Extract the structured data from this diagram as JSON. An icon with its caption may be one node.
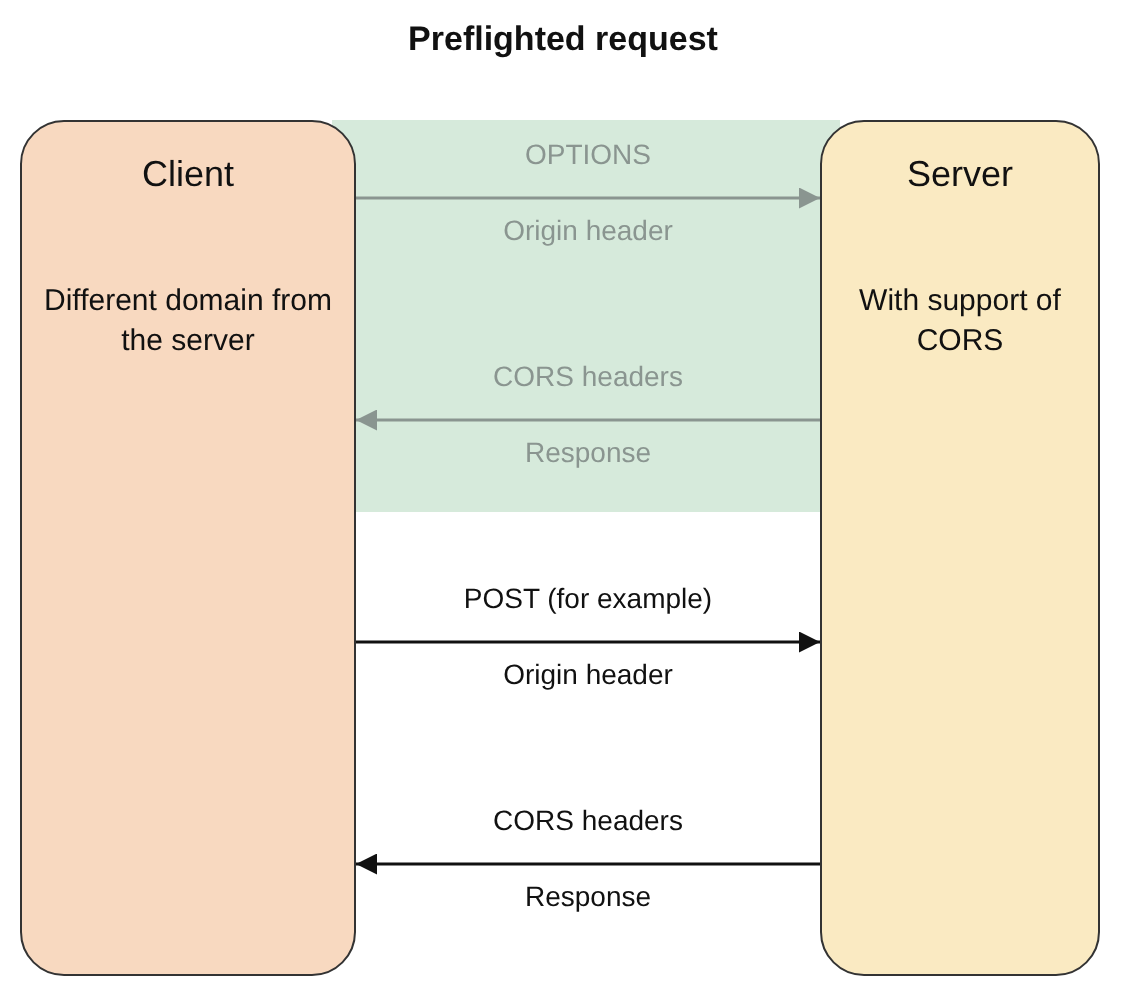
{
  "diagram": {
    "title": "Preflighted request",
    "nodes": [
      {
        "text": [
          "Client",
          "Different domain from the server"
        ]
      },
      {
        "text": [
          "Server",
          "With support of CORS"
        ]
      }
    ],
    "edges": [
      {
        "from": 0,
        "to": 1,
        "arrow": "to",
        "label": "OPTIONS",
        "color": "#8a9590"
      },
      {
        "from": 1,
        "to": 0,
        "arrow": "to",
        "label": "CORS headers",
        "color": "#8a9590"
      },
      {
        "from": 0,
        "to": 1,
        "arrow": "to",
        "label": "POST (for example)",
        "color": "#111111"
      },
      {
        "from": 1,
        "to": 0,
        "arrow": "to",
        "label": "CORS headers",
        "color": "#111111"
      }
    ],
    "labels": [
      "Origin header",
      "Response",
      "Origin header",
      "Response"
    ]
  }
}
